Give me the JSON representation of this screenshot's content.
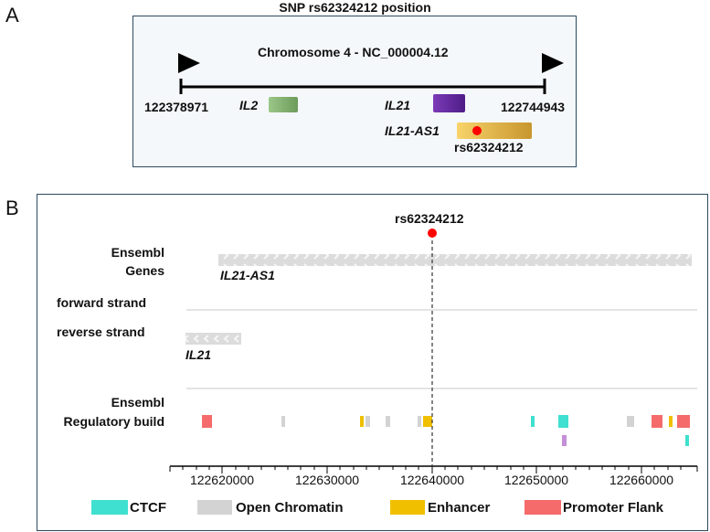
{
  "panel_a": {
    "letter": "A",
    "title": "SNP rs62324212 position",
    "chromosome_label": "Chromosome 4 - NC_000004.12",
    "start_coord": "122378971",
    "end_coord": "122744943",
    "genes": [
      {
        "name": "IL2",
        "color": "#7fae6a"
      },
      {
        "name": "IL21",
        "color": "#6a2aa6"
      },
      {
        "name": "IL21-AS1",
        "color": "#e7b84a"
      }
    ],
    "snp_label": "rs62324212",
    "snp_color": "#ff0000"
  },
  "panel_b": {
    "letter": "B",
    "snp_label": "rs62324212",
    "track_labels": {
      "ensembl_genes_1": "Ensembl",
      "ensembl_genes_2": "Genes",
      "forward": "forward strand",
      "reverse": "reverse strand",
      "regulatory_1": "Ensembl",
      "regulatory_2": "Regulatory build"
    },
    "gene_forward": "IL21-AS1",
    "gene_reverse": "IL21",
    "axis_ticks": [
      "122620000",
      "122630000",
      "122640000",
      "122650000",
      "122660000"
    ],
    "legend": [
      {
        "label": "CTCF",
        "color": "#40e0d0"
      },
      {
        "label": "Open Chromatin",
        "color": "#d3d3d3"
      },
      {
        "label": "Enhancer",
        "color": "#f0c000"
      },
      {
        "label": "Promoter Flank",
        "color": "#f56b6b"
      }
    ]
  }
}
